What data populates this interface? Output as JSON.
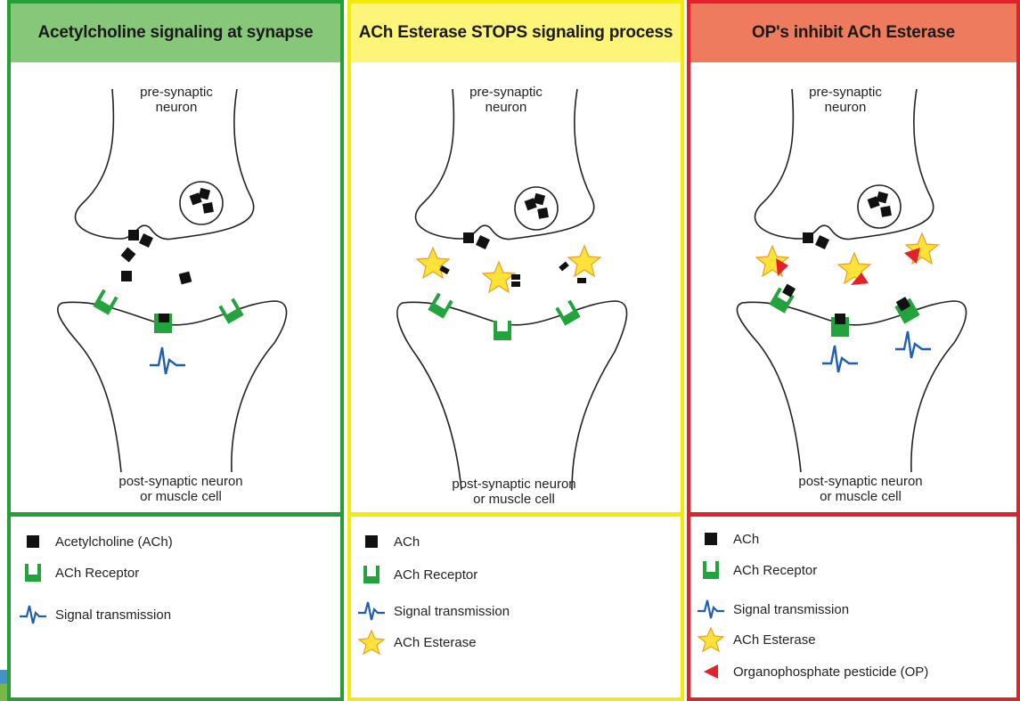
{
  "colors": {
    "green": "#22a033",
    "green_fill": "#86c77a",
    "yellow": "#f4ec00",
    "yellow_fill": "#fdf57a",
    "red": "#e4202a",
    "red_fill": "#ee7b5d",
    "receptor": "#23a33c",
    "signal": "#1e5fb4",
    "esterase": "#fde23a",
    "op": "#e4202a"
  },
  "panels": [
    {
      "title": "Acetylcholine signaling at synapse",
      "pre_label_1": "pre-synaptic",
      "pre_label_2": "neuron",
      "post_label_1": "post-synaptic neuron",
      "post_label_2": "or muscle cell",
      "legend": [
        {
          "icon": "ach-square-icon",
          "label": "Acetylcholine (ACh)"
        },
        {
          "icon": "receptor-icon",
          "label": "ACh Receptor"
        },
        {
          "icon": "signal-icon",
          "label": "Signal transmission"
        }
      ]
    },
    {
      "title": "ACh Esterase STOPS signaling process",
      "pre_label_1": "pre-synaptic",
      "pre_label_2": "neuron",
      "post_label_1": "post-synaptic neuron",
      "post_label_2": "or muscle cell",
      "legend": [
        {
          "icon": "ach-square-icon",
          "label": "ACh"
        },
        {
          "icon": "receptor-icon",
          "label": "ACh Receptor"
        },
        {
          "icon": "signal-icon",
          "label": "Signal transmission"
        },
        {
          "icon": "esterase-star-icon",
          "label": "ACh Esterase"
        }
      ]
    },
    {
      "title": "OP's inhibit ACh Esterase",
      "pre_label_1": "pre-synaptic",
      "pre_label_2": "neuron",
      "post_label_1": "post-synaptic neuron",
      "post_label_2": "or muscle cell",
      "legend": [
        {
          "icon": "ach-square-icon",
          "label": "ACh"
        },
        {
          "icon": "receptor-icon",
          "label": "ACh Receptor"
        },
        {
          "icon": "signal-icon",
          "label": "Signal transmission"
        },
        {
          "icon": "esterase-star-icon",
          "label": "ACh Esterase"
        },
        {
          "icon": "op-triangle-icon",
          "label": "Organophosphate pesticide (OP)"
        }
      ]
    }
  ]
}
